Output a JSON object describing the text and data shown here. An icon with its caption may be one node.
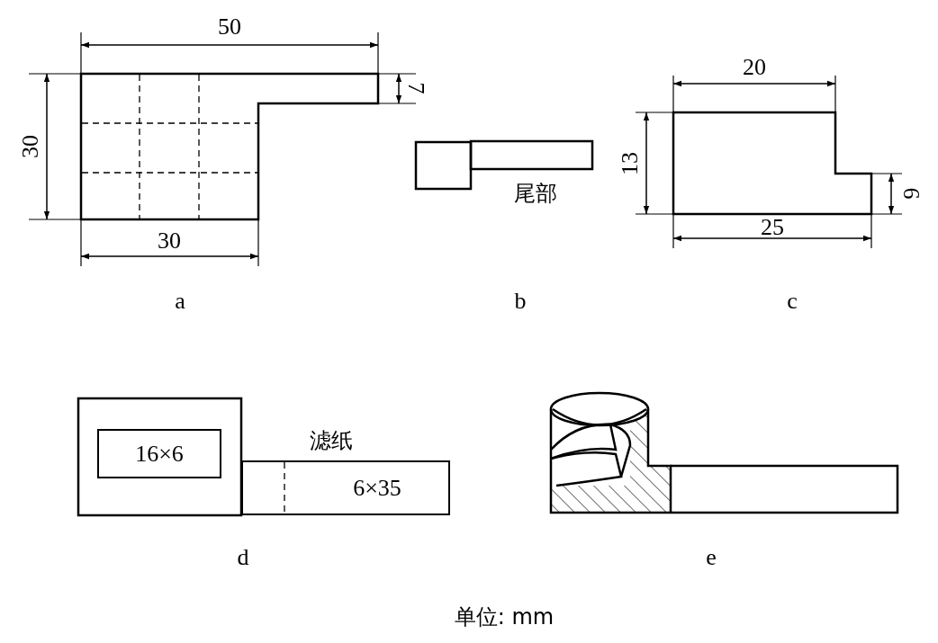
{
  "diagram": {
    "caption": "单位: mm",
    "nodes": [
      {
        "text": [
          "16×6"
        ]
      },
      {
        "text": [
          "6×35"
        ],
        "beside": [
          "滤纸"
        ]
      }
    ],
    "labels": [
      "50",
      "20",
      "7",
      "30",
      "13",
      "尾部",
      "6",
      "25",
      "30",
      "a",
      "b",
      "c",
      "d",
      "e"
    ]
  }
}
